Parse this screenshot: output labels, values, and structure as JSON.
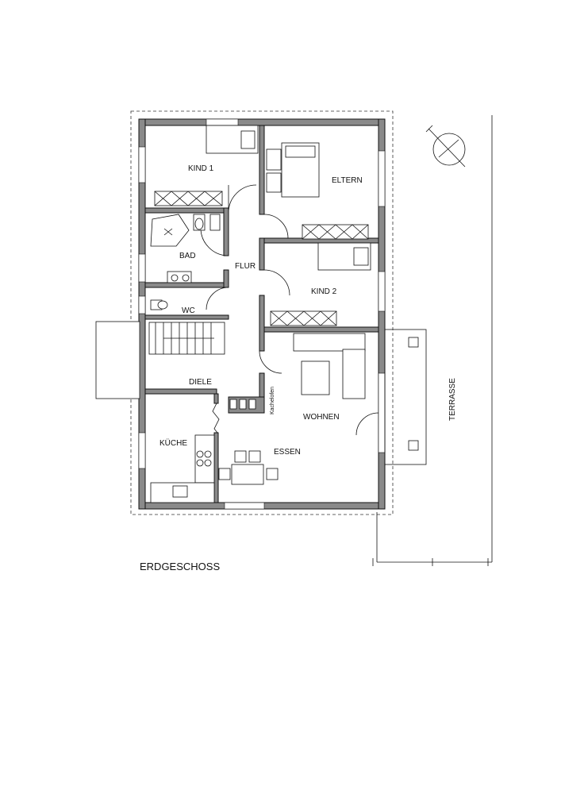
{
  "plan": {
    "title": "ERDGESCHOSS",
    "rooms": {
      "kind1": "KIND 1",
      "eltern": "ELTERN",
      "bad": "BAD",
      "flur": "FLUR",
      "kind2": "KIND 2",
      "wc": "WC",
      "diele": "DIELE",
      "kachelofen": "Kachelofen",
      "wohnen": "WOHNEN",
      "kueche": "KÜCHE",
      "essen": "ESSEN",
      "terrasse": "TERRASSE"
    }
  }
}
